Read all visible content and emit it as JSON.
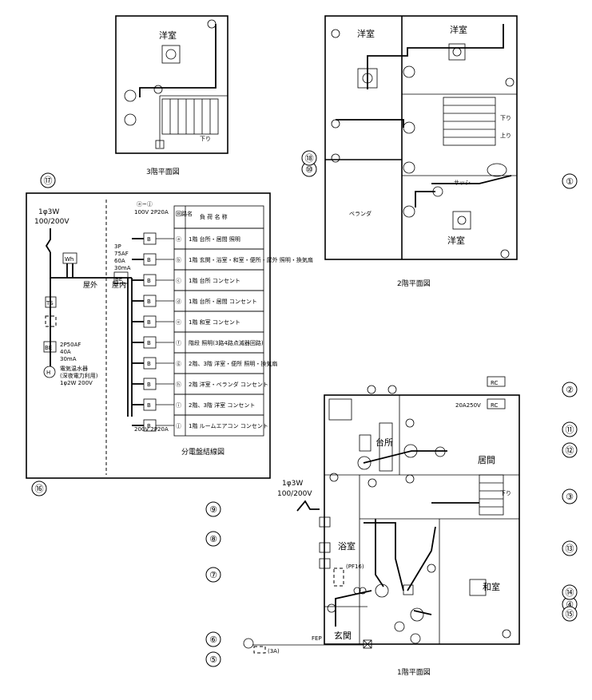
{
  "floor3": {
    "title": "3階平面図",
    "room": "洋室",
    "down": "下り"
  },
  "floor2": {
    "title": "2階平面図",
    "room_nw": "洋室",
    "room_ne": "洋室",
    "room_s": "洋室",
    "veranda": "ベランダ",
    "sash": "サッシ",
    "down": "下り",
    "up": "上り"
  },
  "floor1": {
    "title": "1階平面図",
    "kitchen": "台所",
    "living": "居間",
    "bath": "浴室",
    "washitsu": "和室",
    "entrance": "玄関",
    "down": "下り",
    "rc_label": "20A250V",
    "pf": "(PF16)",
    "fep": "FEP",
    "three_a": "(3A)"
  },
  "supply": {
    "phase": "1φ3W",
    "voltage": "100/200V"
  },
  "panel": {
    "title": "分電盤結線図",
    "supply_phase": "1φ3W",
    "supply_voltage": "100/200V",
    "wh": "Wh",
    "be": "BE",
    "ts": "TS",
    "main_breaker": [
      "3P",
      "75AF",
      "60A",
      "30mA"
    ],
    "sub_breaker": [
      "2P50AF",
      "40A",
      "30mA"
    ],
    "heater": [
      "電気温水器",
      "(深夜電力利用)",
      "1φ2W 200V"
    ],
    "heater_mark": "H",
    "range_note": "ⓐ~ⓙ",
    "range_spec": "100V 2P20A",
    "bottom_spec": "200V 2P20A",
    "outside": "屋外",
    "inside": "屋内",
    "header_circuit": "回路名",
    "header_load": "負 荷 名 称",
    "breaker_mark": "B",
    "circuits": [
      {
        "id": "ⓐ",
        "name": "1階 台所・居間 照明"
      },
      {
        "id": "ⓑ",
        "name": "1階 玄関・浴室・和室・便所・屋外 照明・換気扇"
      },
      {
        "id": "ⓒ",
        "name": "1階 台所 コンセント"
      },
      {
        "id": "ⓓ",
        "name": "1階 台所・居間 コンセント"
      },
      {
        "id": "ⓔ",
        "name": "1階 和室 コンセント"
      },
      {
        "id": "ⓕ",
        "name": "階段 照明(3路4路点滅器回路)"
      },
      {
        "id": "ⓖ",
        "name": "2階、3階 洋室・便所 照明・換気扇"
      },
      {
        "id": "ⓗ",
        "name": "2階 洋室・ベランダ コンセント"
      },
      {
        "id": "ⓘ",
        "name": "2階、3階 洋室 コンセント"
      },
      {
        "id": "ⓙ",
        "name": "1階 ルームエアコン コンセント"
      }
    ]
  },
  "callouts": [
    "①",
    "②",
    "③",
    "④",
    "⑤",
    "⑥",
    "⑦",
    "⑧",
    "⑨",
    "⑩",
    "⑪",
    "⑫",
    "⑬",
    "⑭",
    "⑮",
    "⑯",
    "⑰",
    "⑱"
  ]
}
